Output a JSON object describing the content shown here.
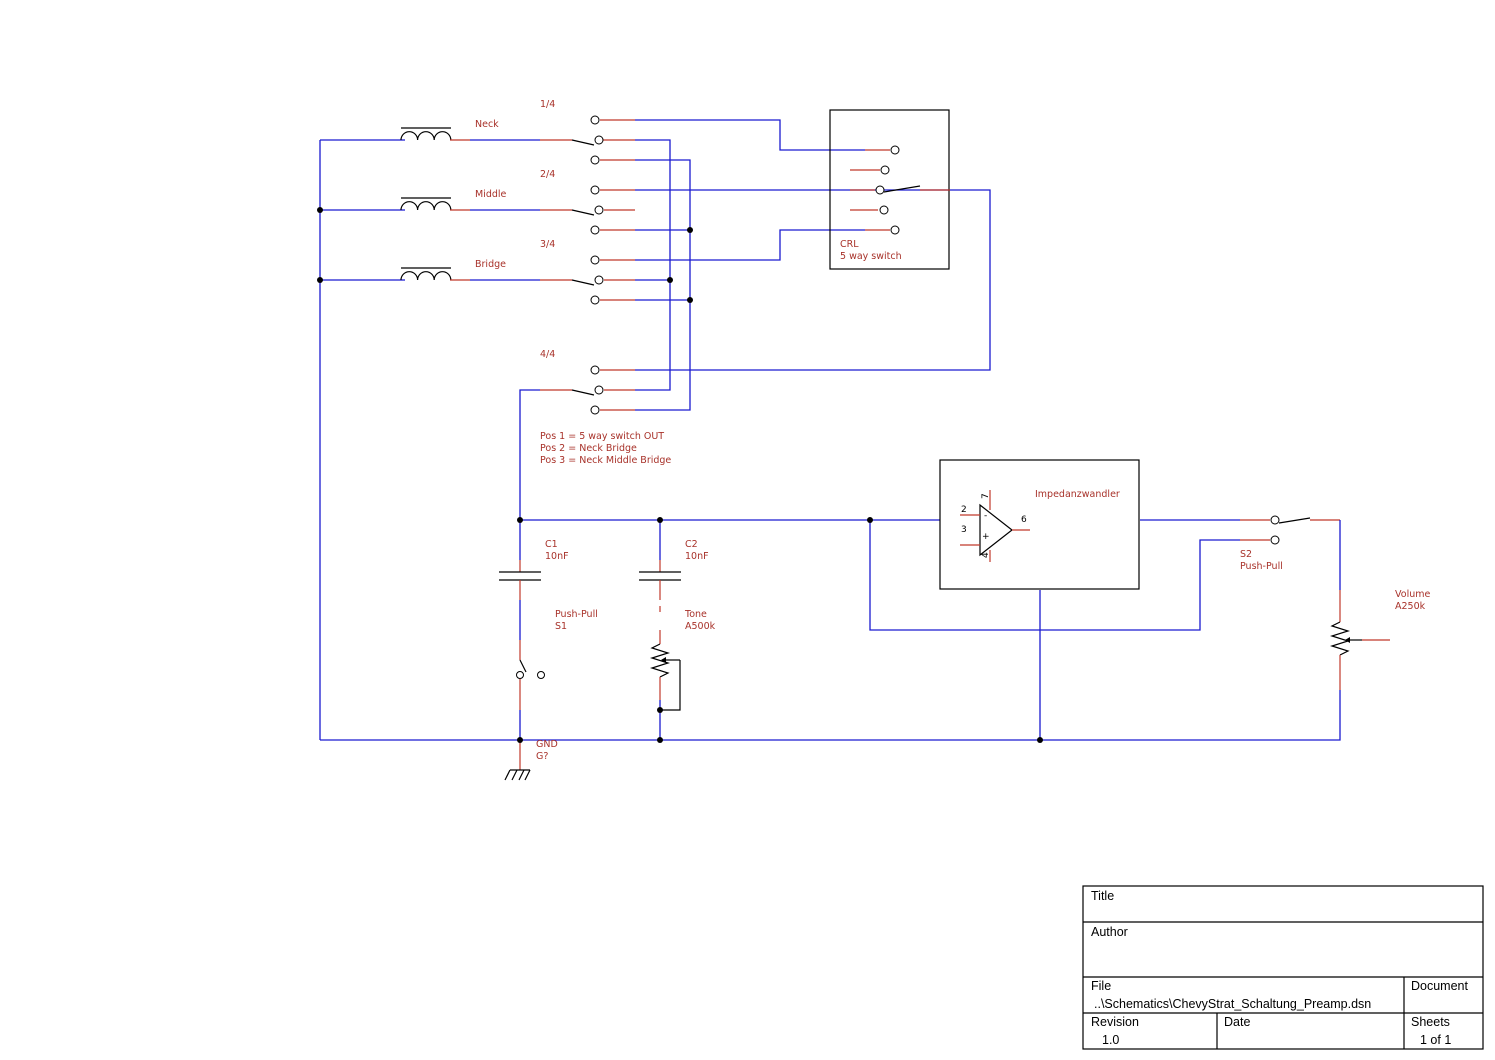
{
  "pickups": {
    "neck": "Neck",
    "middle": "Middle",
    "bridge": "Bridge"
  },
  "switch_poles": [
    "1/4",
    "2/4",
    "3/4",
    "4/4"
  ],
  "crl": {
    "ref": "CRL",
    "name": "5 way switch"
  },
  "position_notes": [
    "Pos 1 = 5 way switch OUT",
    "Pos 2 = Neck Bridge",
    "Pos 3 = Neck Middle Bridge"
  ],
  "c1": {
    "ref": "C1",
    "value": "10nF"
  },
  "c2": {
    "ref": "C2",
    "value": "10nF"
  },
  "s1": {
    "name": "Push-Pull",
    "ref": "S1"
  },
  "tone": {
    "name": "Tone",
    "value": "A500k"
  },
  "gnd": {
    "name": "GND",
    "ref": "G?"
  },
  "opamp": {
    "name": "Impedanzwandler",
    "pins": {
      "p7": "7",
      "p2": "2",
      "p3": "3",
      "p6": "6",
      "p4": "4"
    },
    "minus": "-",
    "plus": "+"
  },
  "s2": {
    "ref": "S2",
    "name": "Push-Pull"
  },
  "volume": {
    "name": "Volume",
    "value": "A250k"
  },
  "title_block": {
    "title_label": "Title",
    "title_value": "",
    "author_label": "Author",
    "author_value": "",
    "file_label": "File",
    "file_value": "..\\Schematics\\ChevyStrat_Schaltung_Preamp.dsn",
    "document_label": "Document",
    "document_value": "",
    "revision_label": "Revision",
    "revision_value": "1.0",
    "date_label": "Date",
    "date_value": "",
    "sheets_label": "Sheets",
    "sheets_value": "1 of 1"
  }
}
